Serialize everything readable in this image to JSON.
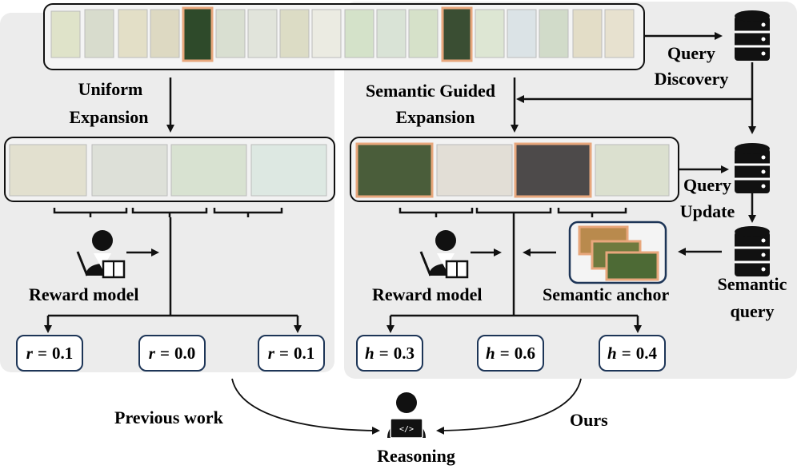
{
  "labels": {
    "uniform_expansion": [
      "Uniform",
      "Expansion"
    ],
    "semantic_guided_expansion": [
      "Semantic Guided",
      "Expansion"
    ],
    "query_discovery": [
      "Query",
      "Discovery"
    ],
    "query_update": [
      "Query",
      "Update"
    ],
    "semantic_query": [
      "Semantic",
      "query"
    ],
    "reward_model_left": "Reward model",
    "reward_model_right": "Reward model",
    "semantic_anchor": "Semantic anchor",
    "previous_work": "Previous work",
    "ours": "Ours",
    "reasoning": "Reasoning"
  },
  "left_scores": [
    {
      "symbol": "r",
      "eq": "=",
      "value": "0.1"
    },
    {
      "symbol": "r",
      "eq": "=",
      "value": "0.0"
    },
    {
      "symbol": "r",
      "eq": "=",
      "value": "0.1"
    }
  ],
  "right_scores": [
    {
      "symbol": "h",
      "eq": "=",
      "value": "0.3"
    },
    {
      "symbol": "h",
      "eq": "=",
      "value": "0.6"
    },
    {
      "symbol": "h",
      "eq": "=",
      "value": "0.4"
    }
  ],
  "colors": {
    "panel": "#ececec",
    "highlight": "#e8a77c",
    "score_border": "#1d3557",
    "anchor_border": "#1d3557"
  },
  "icons": [
    "database-icon",
    "person-teacher-icon",
    "laptop-person-icon"
  ]
}
